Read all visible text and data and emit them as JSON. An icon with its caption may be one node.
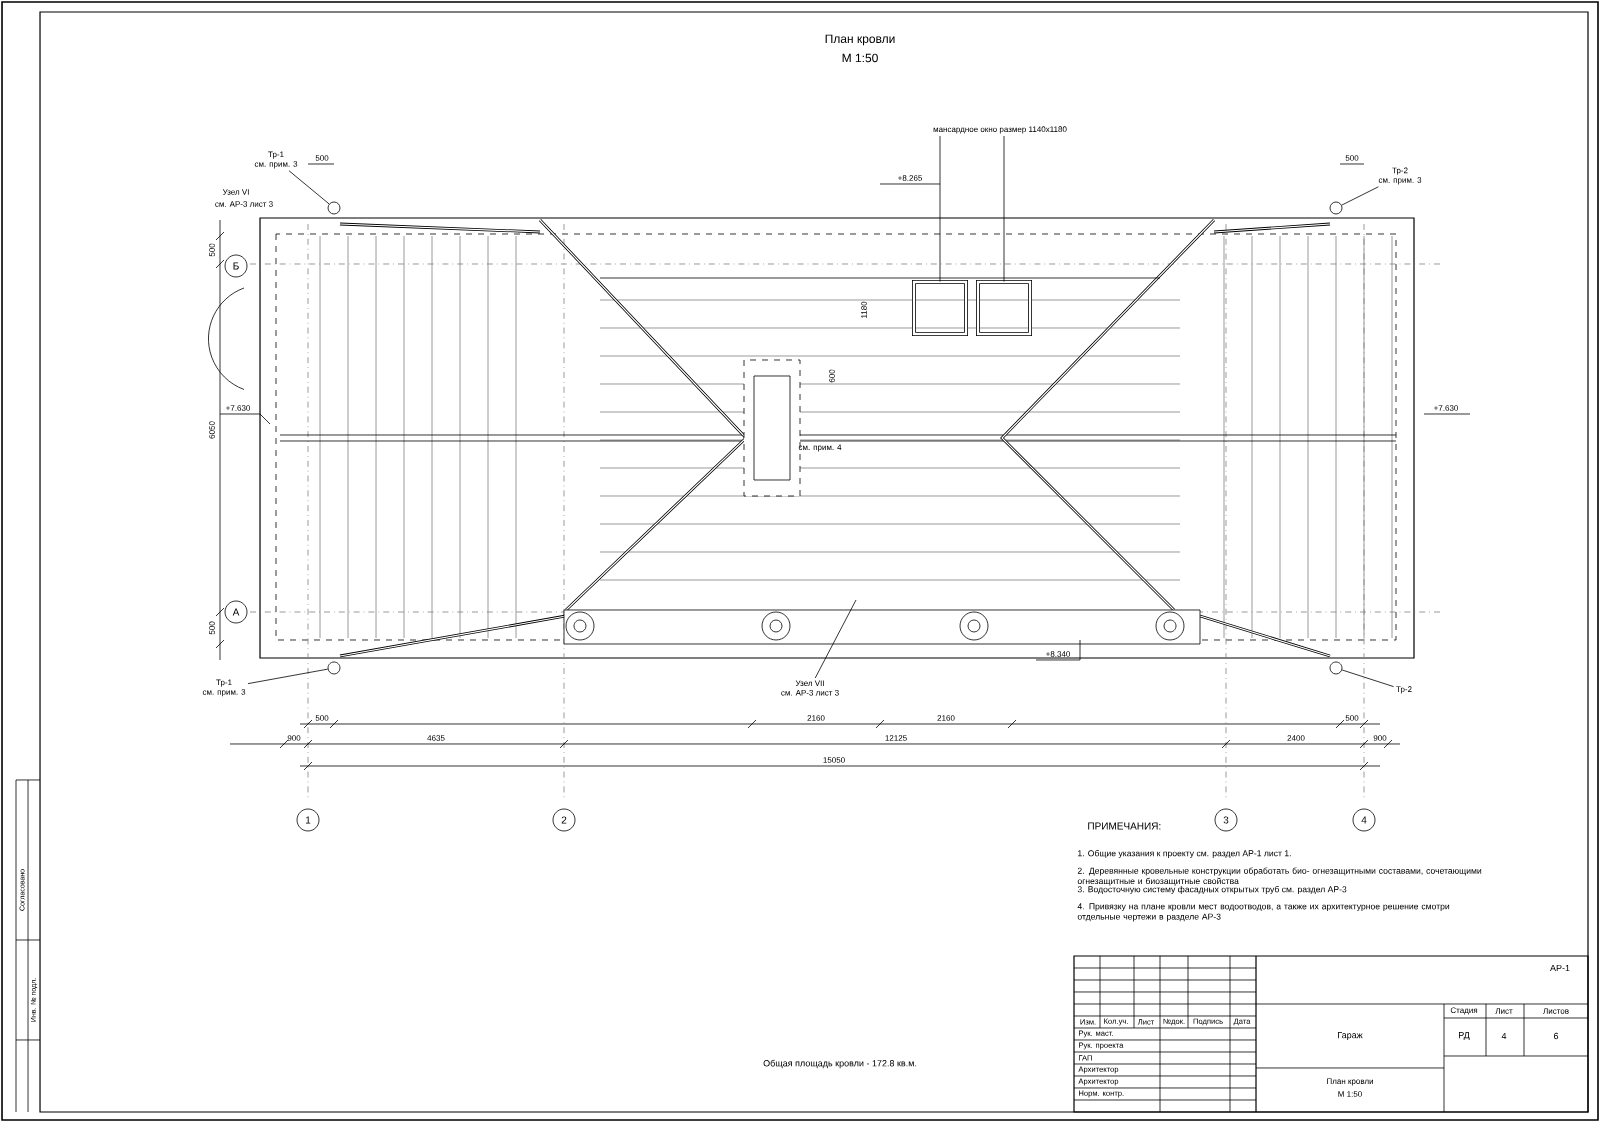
{
  "diagram": {
    "title": "План кровли",
    "nodes": [
      {
        "text": [],
        "shape": "circle"
      },
      {
        "text": [],
        "shape": "circle"
      },
      {
        "text": [],
        "shape": "circle"
      },
      {
        "text": [],
        "shape": "circle"
      },
      {
        "text": [],
        "shape": "box"
      },
      {
        "text": [],
        "shape": "box"
      },
      {
        "text": [
          "Тр-1",
          "см. прим. 3"
        ]
      },
      {
        "text": [
          "Тр-2",
          "см. прим. 3"
        ]
      },
      {
        "text": [
          "Тр-1",
          "см. прим. 3"
        ]
      },
      {
        "text": [
          "Тр-2"
        ]
      },
      {
        "text": [
          "мансардное окно размер 1140х1180"
        ]
      },
      {
        "text": [
          "Узел VII",
          "см. АР-3 лист 3"
        ]
      },
      {
        "text": [
          "1"
        ]
      },
      {
        "text": [
          "2"
        ]
      },
      {
        "text": [
          "3"
        ]
      },
      {
        "text": [
          "4"
        ]
      },
      {
        "text": [
          "Б"
        ]
      },
      {
        "text": [
          "А"
        ]
      }
    ],
    "edges": [
      {
        "from": 6,
        "to": 0,
        "arrow": "none"
      },
      {
        "from": 7,
        "to": 1,
        "arrow": "none"
      },
      {
        "from": 8,
        "to": 2,
        "arrow": "none"
      },
      {
        "from": 9,
        "to": 3,
        "arrow": "none"
      },
      {
        "from": 10,
        "to": 4,
        "arrow": "none"
      },
      {
        "from": 10,
        "to": 5,
        "arrow": "none"
      },
      {
        "from": 11,
        "to": null,
        "arrow": "none"
      }
    ],
    "labels": [
      "М 1:50",
      "Узел VI",
      "см. АР-3 лист 3",
      "500",
      "500",
      "+8.265",
      "500",
      "6050",
      "500",
      "+7.630",
      "+7.630",
      "1180",
      "600",
      "см. прим. 4",
      "+8.340",
      "500",
      "2160",
      "2160",
      "500",
      "900",
      "4635",
      "12125",
      "2400",
      "900",
      "15050",
      "ПРИМЕЧАНИЯ:",
      "1. Общие указания к проекту см. раздел АР-1 лист 1.",
      "2. Деревянные кровельные конструкции обработать био- огнезащитными составами, сочетающими огнезащитные и биозащитные свойства",
      "3. Водосточную систему фасадных открытых труб см. раздел АР-3",
      "4. Привязку на плане кровли мест водоотводов, а также их архитектурное решение смотри отдельные чертежи в разделе АР-3",
      "Общая площадь кровли - 172.8 кв.м.",
      "Согласовано",
      "Инв. № подл.",
      "АР-1",
      "Изм.",
      "Кол.уч.",
      "Лист",
      "№док.",
      "Подпись",
      "Дата",
      "Рук. маст.",
      "Рук. проекта",
      "ГАП",
      "Архитектор",
      "Архитектор",
      "Норм. контр.",
      "Гараж",
      "Стадия",
      "Лист",
      "Листов",
      "РД",
      "4",
      "6",
      "План кровли",
      "М 1:50"
    ]
  }
}
